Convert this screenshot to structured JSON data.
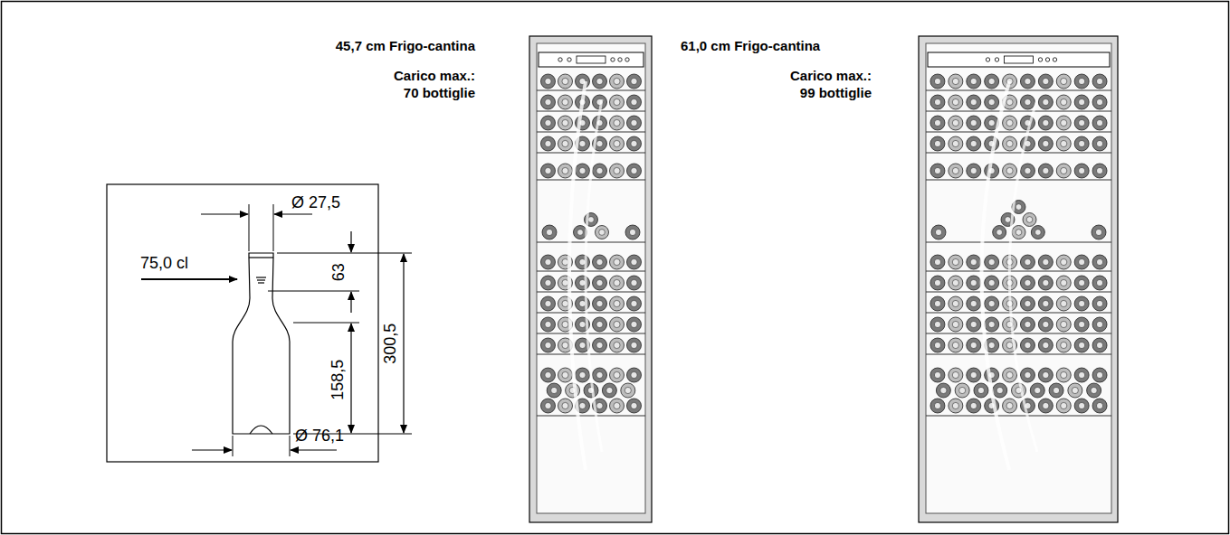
{
  "diagram": {
    "labels": [
      "45,7 cm Frigo-cantina",
      "Carico max.:",
      "70 bottiglie",
      "61,0 cm Frigo-cantina",
      "Carico max.:",
      "99 bottiglie",
      "Ø 27,5",
      "75,0 cl",
      "63",
      "300,5",
      "158,5",
      "Ø 76,1"
    ]
  }
}
